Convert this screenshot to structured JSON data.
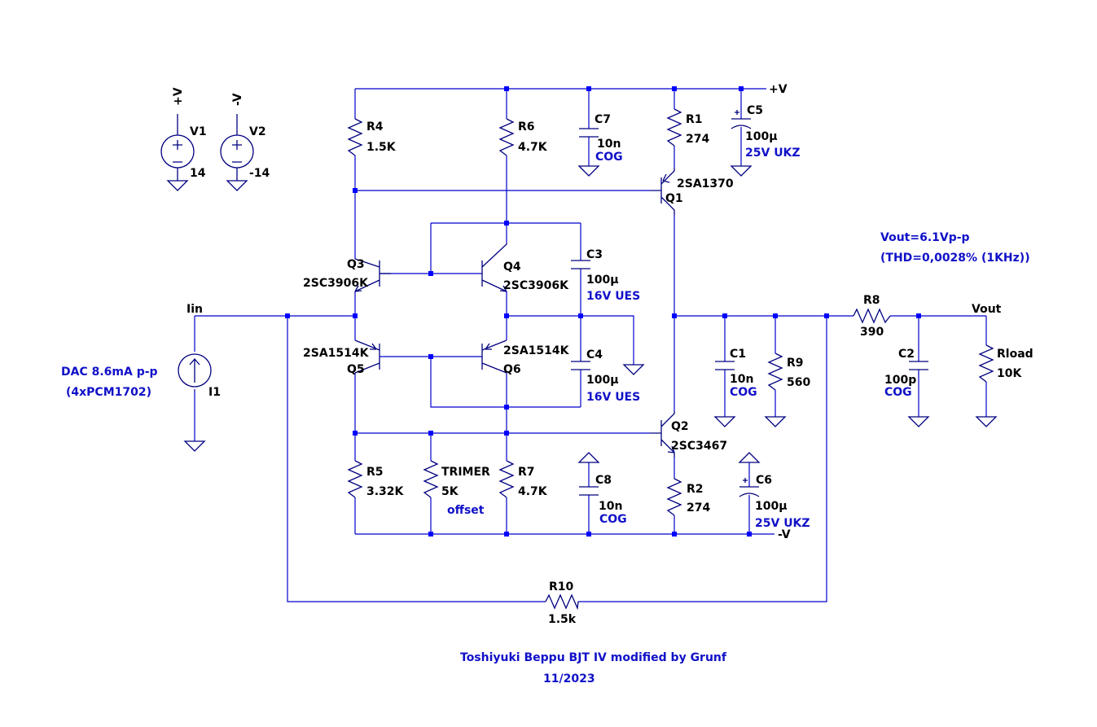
{
  "nets": {
    "pos": "+V",
    "neg": "-V",
    "pos_short": "+V",
    "neg_short": "-V",
    "in": "Iin",
    "out": "Vout"
  },
  "sources": {
    "v1": {
      "name": "V1",
      "value": "14",
      "label": "+V"
    },
    "v2": {
      "name": "V2",
      "value": "-14",
      "label": "-V"
    },
    "i1": {
      "name": "I1"
    }
  },
  "resistors": {
    "r1": {
      "name": "R1",
      "value": "274"
    },
    "r2": {
      "name": "R2",
      "value": "274"
    },
    "r4": {
      "name": "R4",
      "value": "1.5K"
    },
    "r5": {
      "name": "R5",
      "value": "3.32K"
    },
    "r6": {
      "name": "R6",
      "value": "4.7K"
    },
    "r7": {
      "name": "R7",
      "value": "4.7K"
    },
    "r8": {
      "name": "R8",
      "value": "390"
    },
    "r9": {
      "name": "R9",
      "value": "560"
    },
    "r10": {
      "name": "R10",
      "value": "1.5k"
    },
    "rload": {
      "name": "Rload",
      "value": "10K"
    },
    "trimer": {
      "name": "TRIMER",
      "value": "5K",
      "note": "offset"
    }
  },
  "capacitors": {
    "c1": {
      "name": "C1",
      "value": "10n",
      "note": "COG"
    },
    "c2": {
      "name": "C2",
      "value": "100p",
      "note": "COG"
    },
    "c3": {
      "name": "C3",
      "value": "100µ",
      "note": "16V UES"
    },
    "c4": {
      "name": "C4",
      "value": "100µ",
      "note": "16V UES"
    },
    "c5": {
      "name": "C5",
      "value": "100µ",
      "note": "25V UKZ"
    },
    "c6": {
      "name": "C6",
      "value": "100µ",
      "note": "25V UKZ"
    },
    "c7": {
      "name": "C7",
      "value": "10n",
      "note": "COG"
    },
    "c8": {
      "name": "C8",
      "value": "10n",
      "note": "COG"
    }
  },
  "transistors": {
    "q1": {
      "name": "Q1",
      "model": "2SA1370"
    },
    "q2": {
      "name": "Q2",
      "model": "2SC3467"
    },
    "q3": {
      "name": "Q3",
      "model": "2SC3906K"
    },
    "q4": {
      "name": "Q4",
      "model": "2SC3906K"
    },
    "q5": {
      "name": "Q5",
      "model": "2SA1514K"
    },
    "q6": {
      "name": "Q6",
      "model": "2SA1514K"
    }
  },
  "notes": {
    "dac": "DAC  8.6mA p-p",
    "dac_chips": "(4xPCM1702)",
    "vout": "Vout=6.1Vp-p",
    "thd": "(THD=0,0028% (1KHz))",
    "credit": "Toshiyuki Beppu BJT IV modified by Grunf",
    "date": "11/2023"
  },
  "colors": {
    "wire": "#0000cc",
    "component": "#000080",
    "net_text": "#000000",
    "note_text": "#1010c8",
    "junction": "#0000ff"
  }
}
